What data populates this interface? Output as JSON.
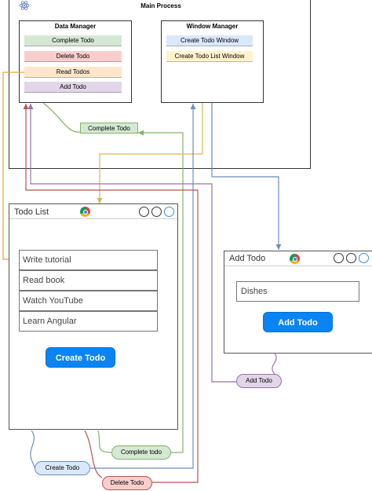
{
  "main_process": {
    "title": "Main Process",
    "data_manager": {
      "title": "Data Manager",
      "items": [
        {
          "label": "Complete Todo",
          "color": "#d5e8d4"
        },
        {
          "label": "Delete Todo",
          "color": "#f8cecc"
        },
        {
          "label": "Read Todos",
          "color": "#ffe6cc"
        },
        {
          "label": "Add Todo",
          "color": "#e1d5e7"
        }
      ]
    },
    "window_manager": {
      "title": "Window Manager",
      "items": [
        {
          "label": "Create Todo Window",
          "color": "#dae8fc"
        },
        {
          "label": "Create Todo List Window",
          "color": "#fff2cc"
        }
      ]
    }
  },
  "todo_list_window": {
    "title": "Todo List",
    "items": [
      "Write tutorial",
      "Read book",
      "Watch YouTube",
      "Learn Angular"
    ],
    "create_button": "Create Todo"
  },
  "add_todo_window": {
    "title": "Add Todo",
    "input_value": "Dishes",
    "add_button": "Add Todo"
  },
  "messages": {
    "complete_top": "Complete Todo",
    "add_todo": "Add Todo",
    "complete_bottom": "Complete todo",
    "create_todo": "Create Todo",
    "delete_todo": "Delete Todo"
  },
  "colors": {
    "green": "#82b366",
    "red": "#b85450",
    "orange": "#d6b656",
    "purple": "#9673a6",
    "blue": "#6c8ebf",
    "button_blue": "#0b84f3"
  },
  "icons": [
    "atom-icon",
    "chrome-icon"
  ]
}
